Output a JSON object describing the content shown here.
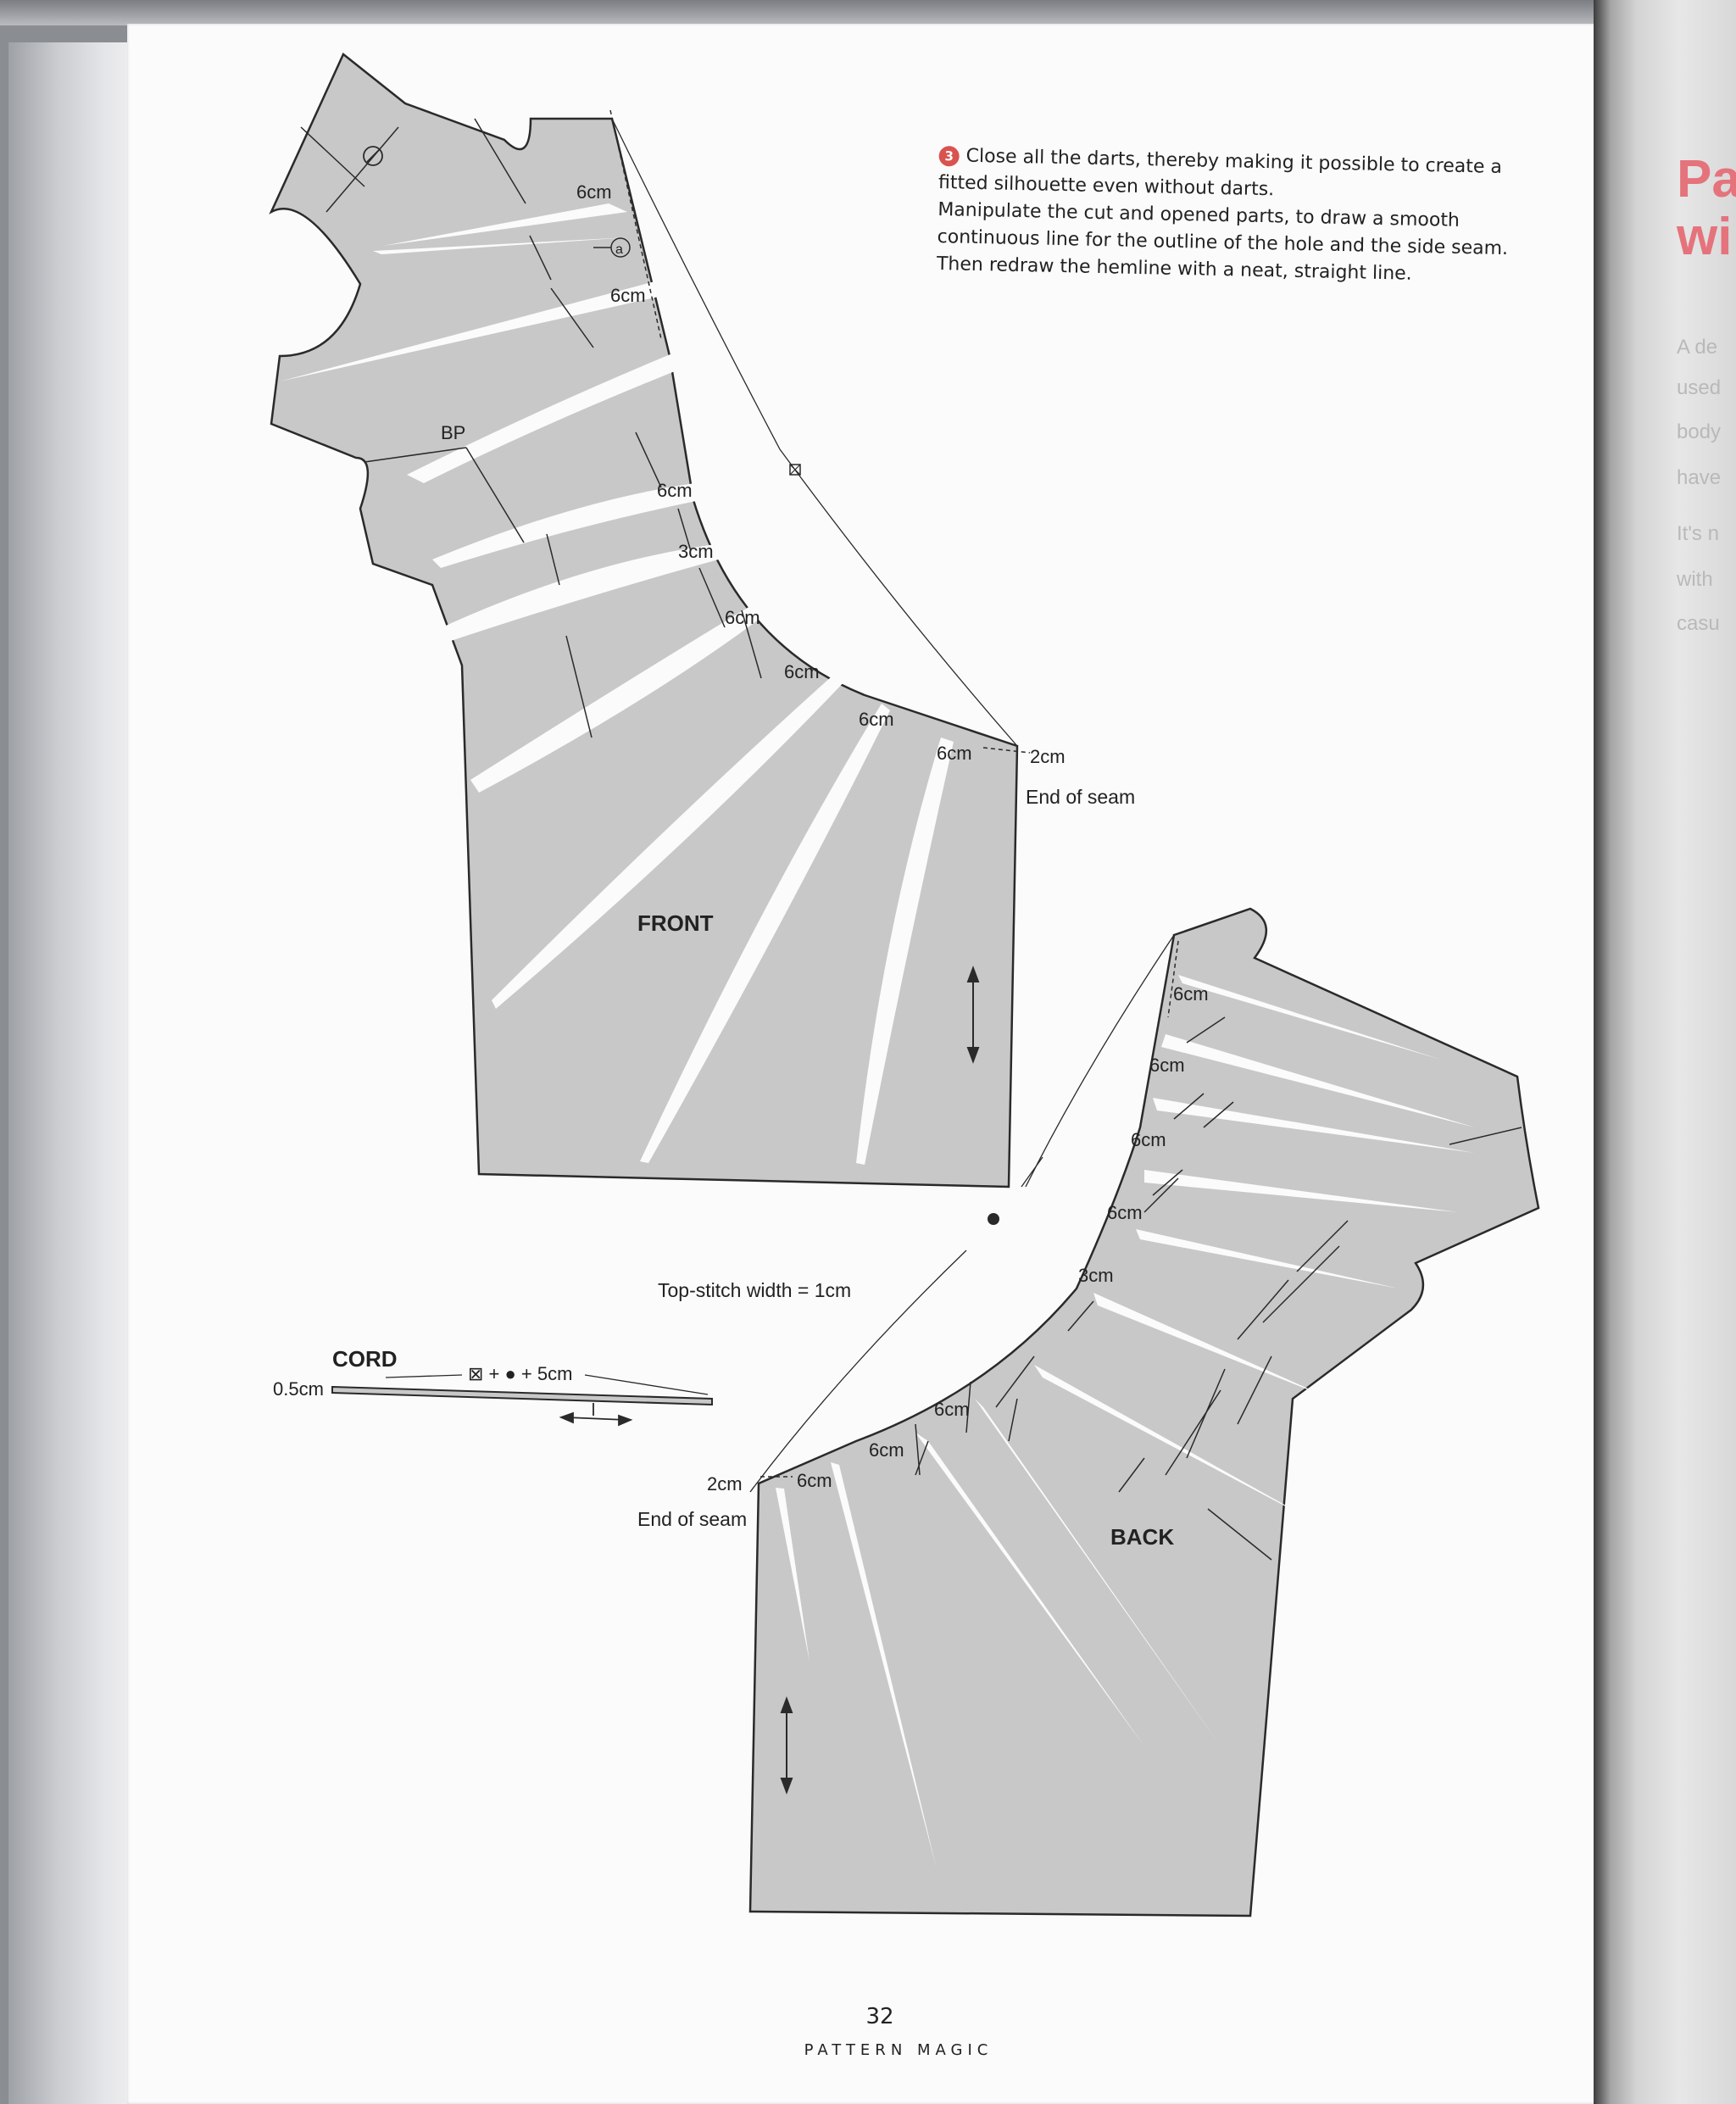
{
  "instructions": {
    "step_number": "3",
    "line1": "Close all the darts, thereby making it possible to create a fitted silhouette even without darts.",
    "line2": "Manipulate the cut and opened parts, to draw a smooth continuous line for the outline of the hole and the side seam. Then redraw the hemline with a neat, straight line."
  },
  "front_piece": {
    "title": "FRONT",
    "bust_point": "BP",
    "notch_a": "a",
    "measurements": [
      "6cm",
      "6cm",
      "6cm",
      "3cm",
      "6cm",
      "6cm",
      "6cm",
      "6cm",
      "2cm"
    ],
    "end_of_seam": "End of seam"
  },
  "back_piece": {
    "title": "BACK",
    "measurements": [
      "6cm",
      "6cm",
      "6cm",
      "6cm",
      "3cm",
      "6cm",
      "6cm",
      "6cm",
      "2cm"
    ],
    "end_of_seam": "End of seam"
  },
  "topstitch": "Top-stitch width = 1cm",
  "cord": {
    "title": "CORD",
    "width": "0.5cm",
    "length": "⊠ + ● + 5cm"
  },
  "right_page_fragment": {
    "title_lines": [
      "Pa",
      "wi"
    ],
    "text_lines": [
      "A de",
      "used",
      "body",
      "have",
      "It's n",
      "with",
      "casu"
    ]
  },
  "footer": {
    "page_number": "32",
    "book_title": "PATTERN MAGIC"
  },
  "colors": {
    "fabric": "#c8c8c8",
    "outline": "#2a2a2a",
    "accent": "#d9534f"
  }
}
